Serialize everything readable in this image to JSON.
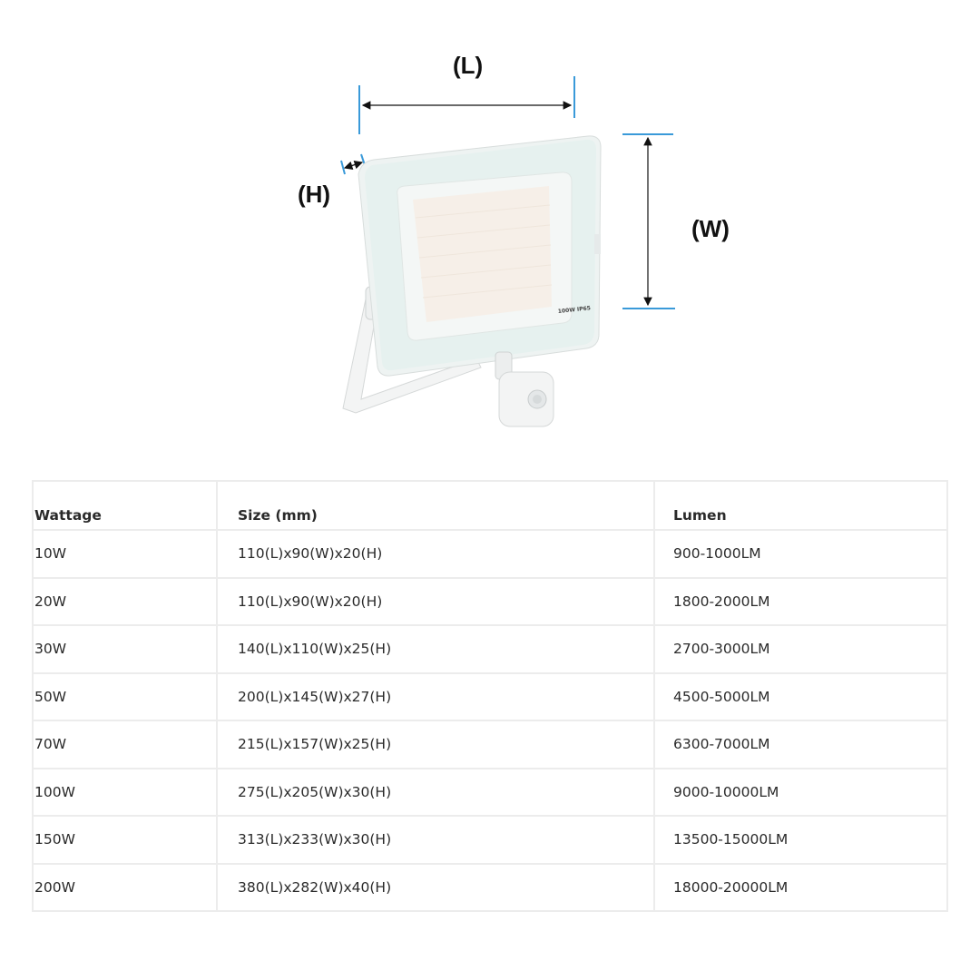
{
  "diagram": {
    "length_label": "(L)",
    "width_label": "(W)",
    "height_label": "(H)",
    "lamp_marking": "100W IP65",
    "dimension_line_color": "#3a9ad9"
  },
  "table": {
    "headers": [
      "Wattage",
      "Size (mm)",
      "Lumen"
    ],
    "rows": [
      [
        "10W",
        "110(L)x90(W)x20(H)",
        "900-1000LM"
      ],
      [
        "20W",
        "110(L)x90(W)x20(H)",
        "1800-2000LM"
      ],
      [
        "30W",
        "140(L)x110(W)x25(H)",
        "2700-3000LM"
      ],
      [
        "50W",
        "200(L)x145(W)x27(H)",
        "4500-5000LM"
      ],
      [
        "70W",
        "215(L)x157(W)x25(H)",
        "6300-7000LM"
      ],
      [
        "100W",
        "275(L)x205(W)x30(H)",
        "9000-10000LM"
      ],
      [
        "150W",
        "313(L)x233(W)x30(H)",
        "13500-15000LM"
      ],
      [
        "200W",
        "380(L)x282(W)x40(H)",
        "18000-20000LM"
      ]
    ]
  }
}
